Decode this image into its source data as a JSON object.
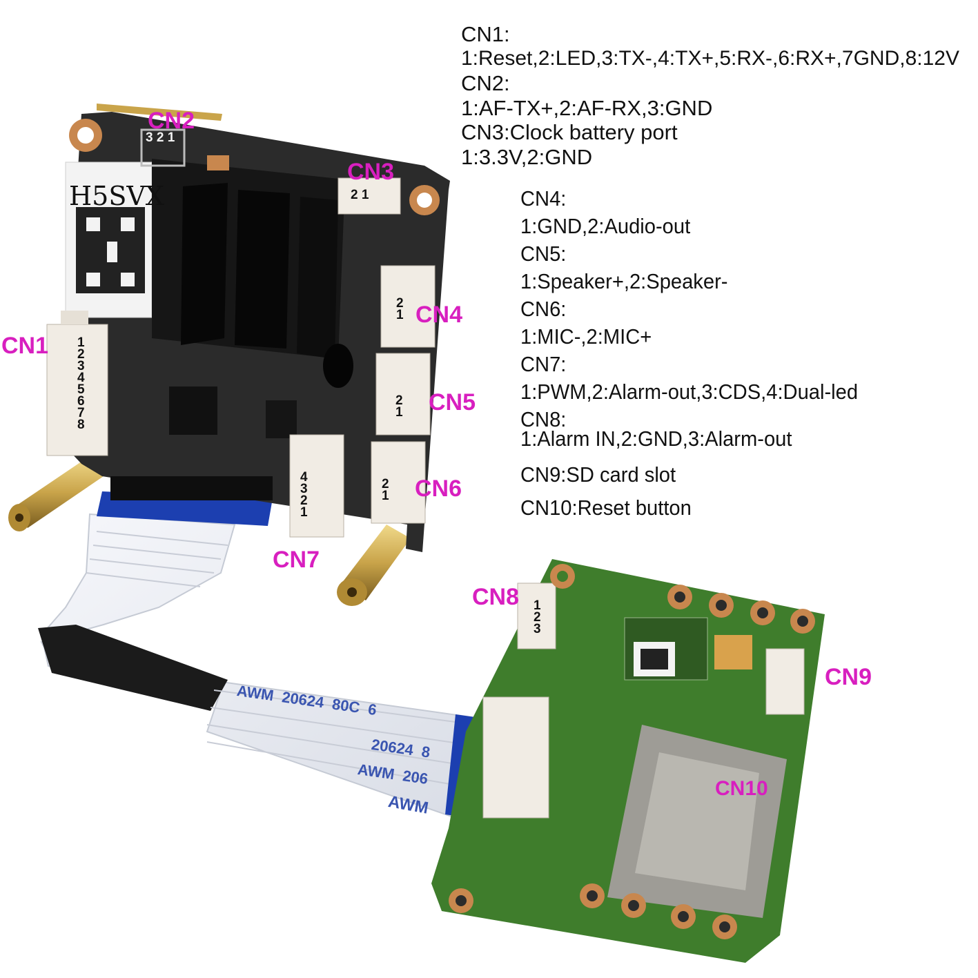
{
  "board_labels": {
    "H5SVX": "H5SVX",
    "cable_1": "AWM  20624  80C  6",
    "cable_2": "20624  8",
    "cable_3": "AWM  206",
    "cable_4": "AWM"
  },
  "connectors": {
    "cn1": {
      "label": "CN1",
      "pins": [
        "1",
        "2",
        "3",
        "4",
        "5",
        "6",
        "7",
        "8"
      ]
    },
    "cn2": {
      "label": "CN2",
      "pins": "3 2 1"
    },
    "cn3": {
      "label": "CN3",
      "pins": "2 1"
    },
    "cn4": {
      "label": "CN4",
      "pins": [
        "2",
        "1"
      ]
    },
    "cn5": {
      "label": "CN5",
      "pins": [
        "2",
        "1"
      ]
    },
    "cn6": {
      "label": "CN6",
      "pins": [
        "2",
        "1"
      ]
    },
    "cn7": {
      "label": "CN7",
      "pins": [
        "4",
        "3",
        "2",
        "1"
      ]
    },
    "cn8": {
      "label": "CN8",
      "pins": [
        "1",
        "2",
        "3"
      ]
    },
    "cn9": {
      "label": "CN9"
    },
    "cn10": {
      "label": "CN10"
    }
  },
  "descriptions": {
    "cn1_title": "CN1:",
    "cn1_pins": "1:Reset,2:LED,3:TX-,4:TX+,5:RX-,6:RX+,7GND,8:12V",
    "cn2_title": "CN2:",
    "cn2_pins": "1:AF-TX+,2:AF-RX,3:GND",
    "cn3_title": "CN3:Clock battery port",
    "cn3_pins": "1:3.3V,2:GND",
    "cn4_title": "CN4:",
    "cn4_pins": "1:GND,2:Audio-out",
    "cn5_title": "CN5:",
    "cn5_pins": "1:Speaker+,2:Speaker-",
    "cn6_title": "CN6:",
    "cn6_pins": "1:MIC-,2:MIC+",
    "cn7_title": "CN7:",
    "cn7_pins": "1:PWM,2:Alarm-out,3:CDS,4:Dual-led",
    "cn8_title": "CN8:",
    "cn8_pins": "1:Alarm IN,2:GND,3:Alarm-out",
    "cn9": "CN9:SD card slot",
    "cn10": "CN10:Reset button"
  },
  "colors": {
    "label": "#d81fbf",
    "main_pcb": "#2b2b2b",
    "sd_pcb": "#3f7d2c",
    "heatsink": "#161616",
    "connector": "#f1ece4",
    "copper": "#c8874e",
    "brass": "#c9a44a"
  }
}
